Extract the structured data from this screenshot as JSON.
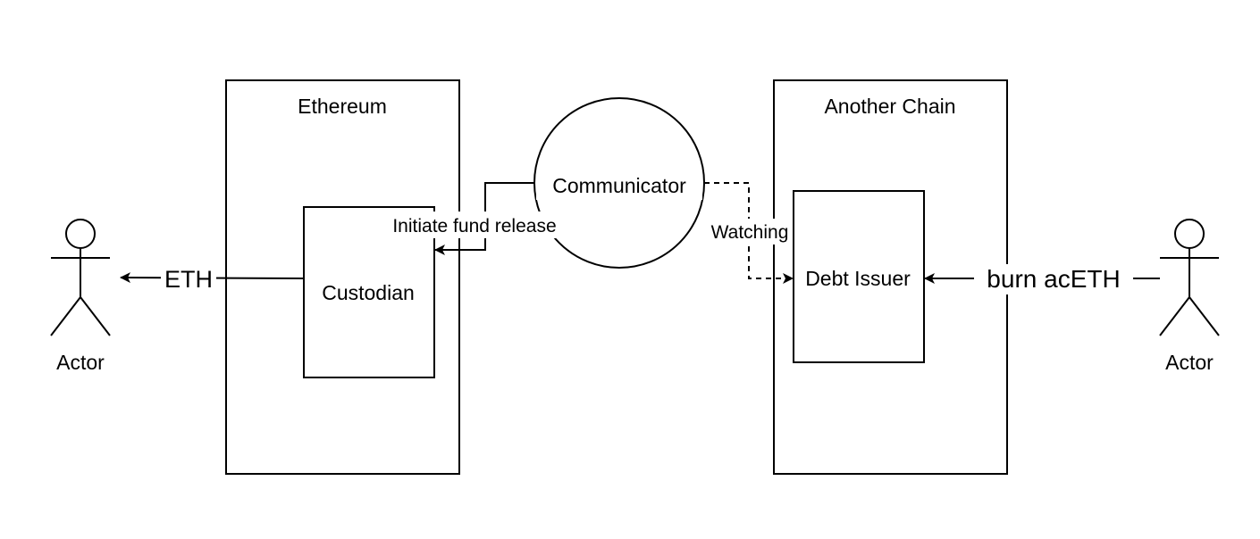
{
  "diagram": {
    "left_chain": {
      "title": "Ethereum"
    },
    "right_chain": {
      "title": "Another Chain"
    },
    "custodian": {
      "label": "Custodian"
    },
    "debt_issuer": {
      "label": "Debt Issuer"
    },
    "communicator": {
      "label": "Communicator"
    },
    "left_actor": {
      "label": "Actor"
    },
    "right_actor": {
      "label": "Actor"
    },
    "edges": {
      "eth": "ETH",
      "initiate": "Initiate fund release",
      "watching": "Watching",
      "burn": "burn acETH"
    }
  }
}
